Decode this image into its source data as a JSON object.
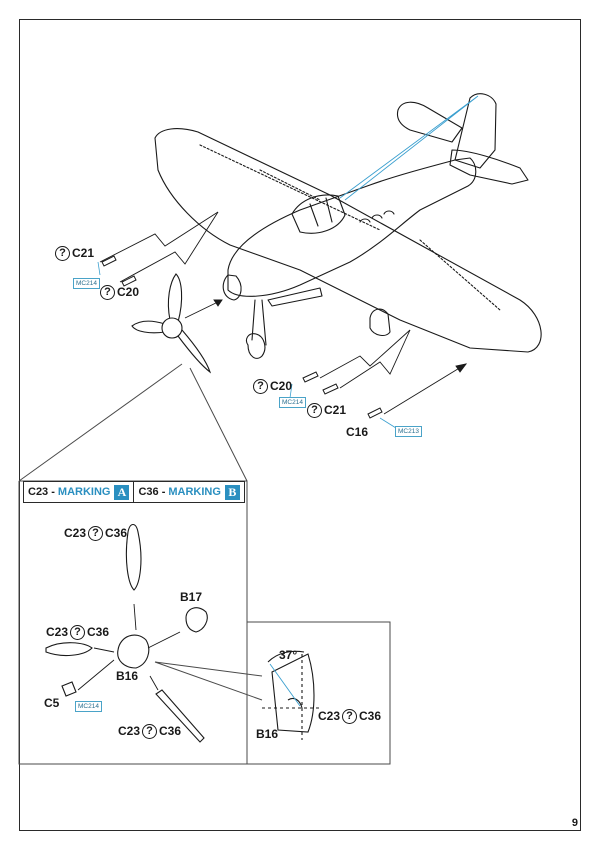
{
  "callouts": {
    "upper_c21": "C21",
    "upper_c20": "C20",
    "upper_mc": "MC214",
    "lower_c20": "C20",
    "lower_mc": "MC214",
    "lower_c21": "C21",
    "c16": "C16",
    "c16_mc": "MC213"
  },
  "marking_bar": {
    "a_part": "C23 -",
    "a_word": "MARKING",
    "a_box": "A",
    "b_part": "C36 -",
    "b_word": "MARKING",
    "b_box": "B"
  },
  "prop_detail": {
    "blade_top_left": "C23",
    "blade_top_right": "C36",
    "blade_left_left": "C23",
    "blade_left_right": "C36",
    "blade_bottom_left": "C23",
    "blade_bottom_right": "C36",
    "spinner": "B16",
    "backplate": "B17",
    "shaft": "C5",
    "shaft_mc": "MC214"
  },
  "angle_detail": {
    "angle": "37°",
    "part": "B16",
    "blade_left": "C23",
    "blade_right": "C36"
  },
  "page_number": "9",
  "colors": {
    "accent": "#2a8fc0",
    "line": "#1a1a1a"
  },
  "icons": {
    "alt_marker": "question-circle-icon"
  }
}
